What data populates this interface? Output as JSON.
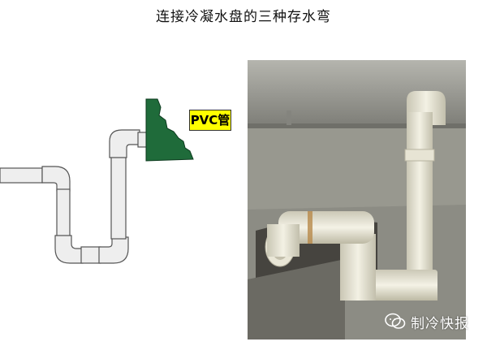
{
  "title": "连接冷凝水盘的三种存水弯",
  "diagram": {
    "pipe_label": "PVC管",
    "colors": {
      "pipe_fill": "#eeeeee",
      "pipe_stroke": "#555555",
      "drain_pan": "#1f6b3a",
      "label_bg": "#ffff00"
    }
  },
  "photo": {
    "watermark_text": "制冷快报",
    "watermark_icon": "wechat-icon"
  }
}
